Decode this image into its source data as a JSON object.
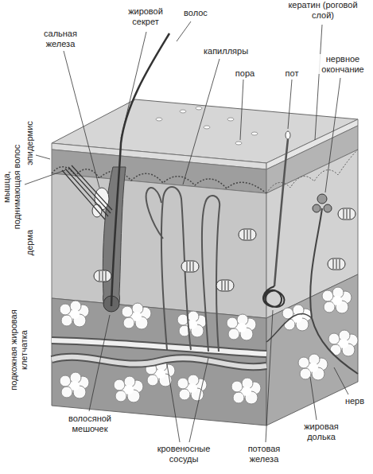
{
  "diagram": {
    "labels": [
      "жировой секрет",
      "волос",
      "кератин (роговой слой)",
      "сальная железа",
      "капилляры",
      "пора",
      "пот",
      "нервное окончание",
      "эпидермис",
      "мышца, поднимающая волос",
      "дерма",
      "подкожная жировая клетчатка",
      "нерв",
      "волосяной мешочек",
      "кровеносные сосуды",
      "потовая железа",
      "жировая долька"
    ]
  }
}
